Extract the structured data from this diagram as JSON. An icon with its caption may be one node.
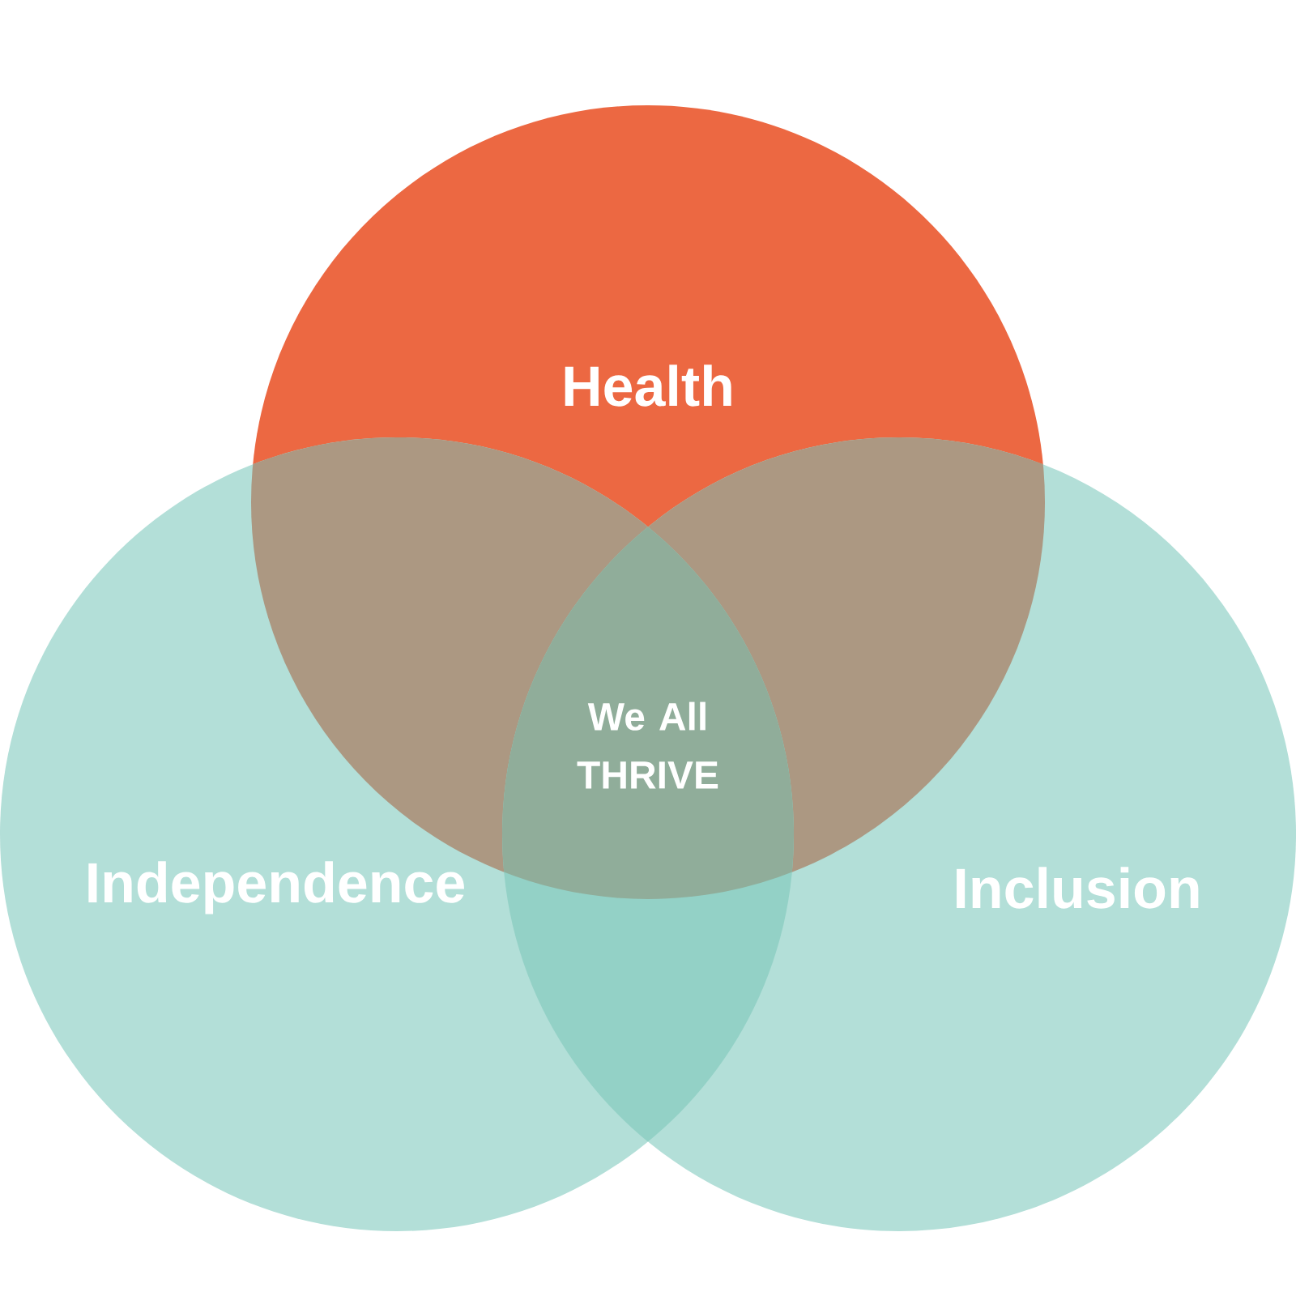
{
  "diagram": {
    "nodes": [
      {
        "text": [
          "Health"
        ]
      },
      {
        "text": [
          "Independence"
        ]
      },
      {
        "text": [
          "Inclusion"
        ]
      }
    ],
    "labels": [
      "We All THRIVE"
    ]
  }
}
